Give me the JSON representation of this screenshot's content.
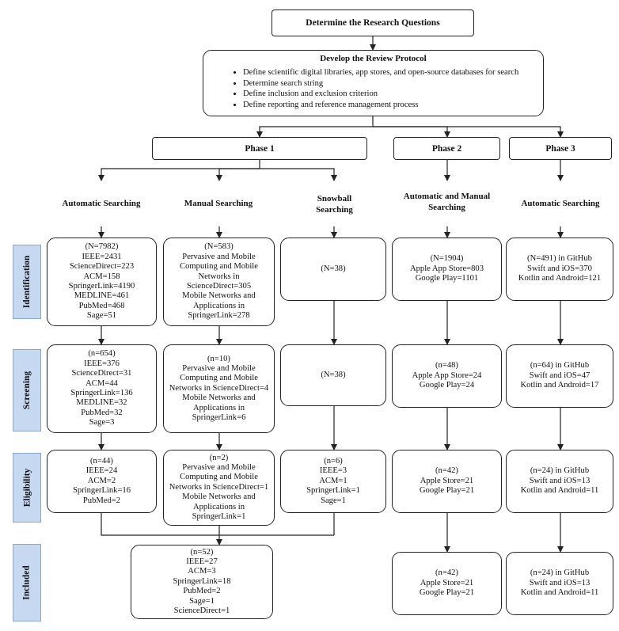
{
  "top": {
    "research_questions": "Determine the Research Questions",
    "protocol_title": "Develop the Review Protocol",
    "protocol_items": [
      "Define scientific digital libraries, app stores, and open-source databases for search",
      "Determine search string",
      "Define inclusion and exclusion criterion",
      "Define reporting and reference management process"
    ]
  },
  "phases": {
    "p1": "Phase 1",
    "p2": "Phase 2",
    "p3": "Phase 3"
  },
  "methods": {
    "auto1": "Automatic Searching",
    "manual": "Manual Searching",
    "snow": "Snowball Searching",
    "automanual": "Automatic and Manual Searching",
    "auto3": "Automatic Searching"
  },
  "stages": [
    "Identification",
    "Screening",
    "Eligibility",
    "Included"
  ],
  "identification": {
    "auto1": [
      "(N=7982)",
      "IEEE=2431",
      "ScienceDirect=223",
      "ACM=158",
      "SpringerLink=4190",
      "MEDLINE=461",
      "PubMed=468",
      "Sage=51"
    ],
    "manual": [
      "(N=583)",
      "Pervasive and Mobile Computing and Mobile Networks in ScienceDirect=305",
      "Mobile Networks and Applications in SpringerLink=278"
    ],
    "snow": [
      "(N=38)"
    ],
    "phase2": [
      "(N=1904)",
      "Apple App Store=803",
      "Google Play=1101"
    ],
    "phase3": [
      "(N=491) in GitHub",
      "Swift and iOS=370",
      "Kotlin and Android=121"
    ]
  },
  "screening": {
    "auto1": [
      "(n=654)",
      "IEEE=376",
      "ScienceDirect=31",
      "ACM=44",
      "SpringerLink=136",
      "MEDLINE=32",
      "PubMed=32",
      "Sage=3"
    ],
    "manual": [
      "(n=10)",
      "Pervasive and Mobile Computing and Mobile Networks in ScienceDirect=4",
      "Mobile Networks and Applications in SpringerLink=6"
    ],
    "snow": [
      "(N=38)"
    ],
    "phase2": [
      "(n=48)",
      "Apple App Store=24",
      "Google Play=24"
    ],
    "phase3": [
      "(n=64) in GitHub",
      "Swift and iOS=47",
      "Kotlin and Android=17"
    ]
  },
  "eligibility": {
    "auto1": [
      "(n=44)",
      "IEEE=24",
      "ACM=2",
      "SpringerLink=16",
      "PubMed=2"
    ],
    "manual": [
      "(n=2)",
      "Pervasive and Mobile Computing and Mobile Networks in ScienceDirect=1",
      "Mobile Networks and Applications in SpringerLink=1"
    ],
    "snow": [
      "(n=6)",
      "IEEE=3",
      "ACM=1",
      "SpringerLink=1",
      "Sage=1"
    ],
    "phase2": [
      "(n=42)",
      "Apple Store=21",
      "Google Play=21"
    ],
    "phase3": [
      "(n=24) in GitHub",
      "Swift and iOS=13",
      "Kotlin and Android=11"
    ]
  },
  "included": {
    "phase1": [
      "(n=52)",
      "IEEE=27",
      "ACM=3",
      "SpringerLink=18",
      "PubMed=2",
      "Sage=1",
      "ScienceDirect=1"
    ],
    "phase2": [
      "(n=42)",
      "Apple Store=21",
      "Google Play=21"
    ],
    "phase3": [
      "(n=24) in GitHub",
      "Swift and iOS=13",
      "Kotlin and Android=11"
    ]
  }
}
